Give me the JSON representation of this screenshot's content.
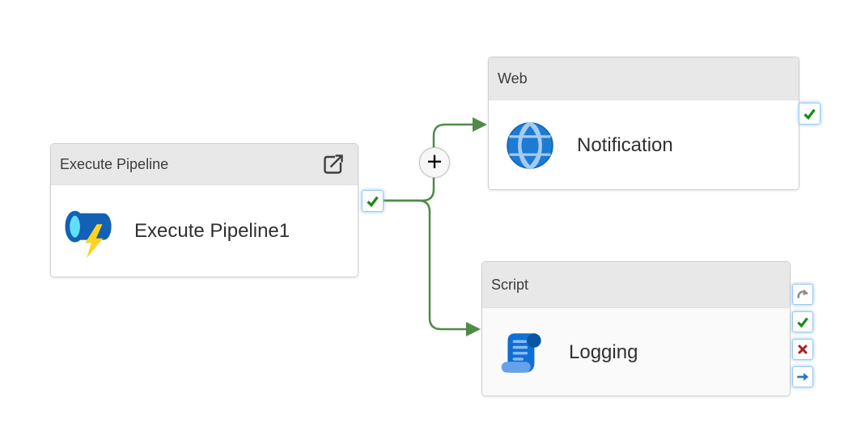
{
  "canvas": {
    "type": "pipeline-designer-canvas"
  },
  "colors": {
    "connector_green": "#4f8a48",
    "success_green": "#1a8a1a",
    "fail_red": "#a32020",
    "completion_blue": "#2776cc",
    "skip_gray": "#8c8c8c",
    "node_header_bg": "#e8e8e8",
    "node_border": "#cfcfcf",
    "port_border": "#9ec9ef",
    "activity_blue": "#1261b4",
    "bolt_yellow": "#ffd21e"
  },
  "add_button": {
    "symbol": "+"
  },
  "nodes": [
    {
      "type_label": "Execute Pipeline",
      "name": "Execute Pipeline1",
      "icon": "execute-pipeline-icon",
      "header_icon": "open-pipeline-icon",
      "ports": [
        "success"
      ]
    },
    {
      "type_label": "Web",
      "name": "Notification",
      "icon": "globe-icon",
      "ports": [
        "success"
      ]
    },
    {
      "type_label": "Script",
      "name": "Logging",
      "icon": "script-scroll-icon",
      "ports": [
        "skip",
        "success",
        "fail",
        "completion"
      ]
    }
  ],
  "edges": [
    {
      "from": "Execute Pipeline1",
      "to": "Notification",
      "on": "success"
    },
    {
      "from": "Execute Pipeline1",
      "to": "Logging",
      "on": "success"
    }
  ]
}
